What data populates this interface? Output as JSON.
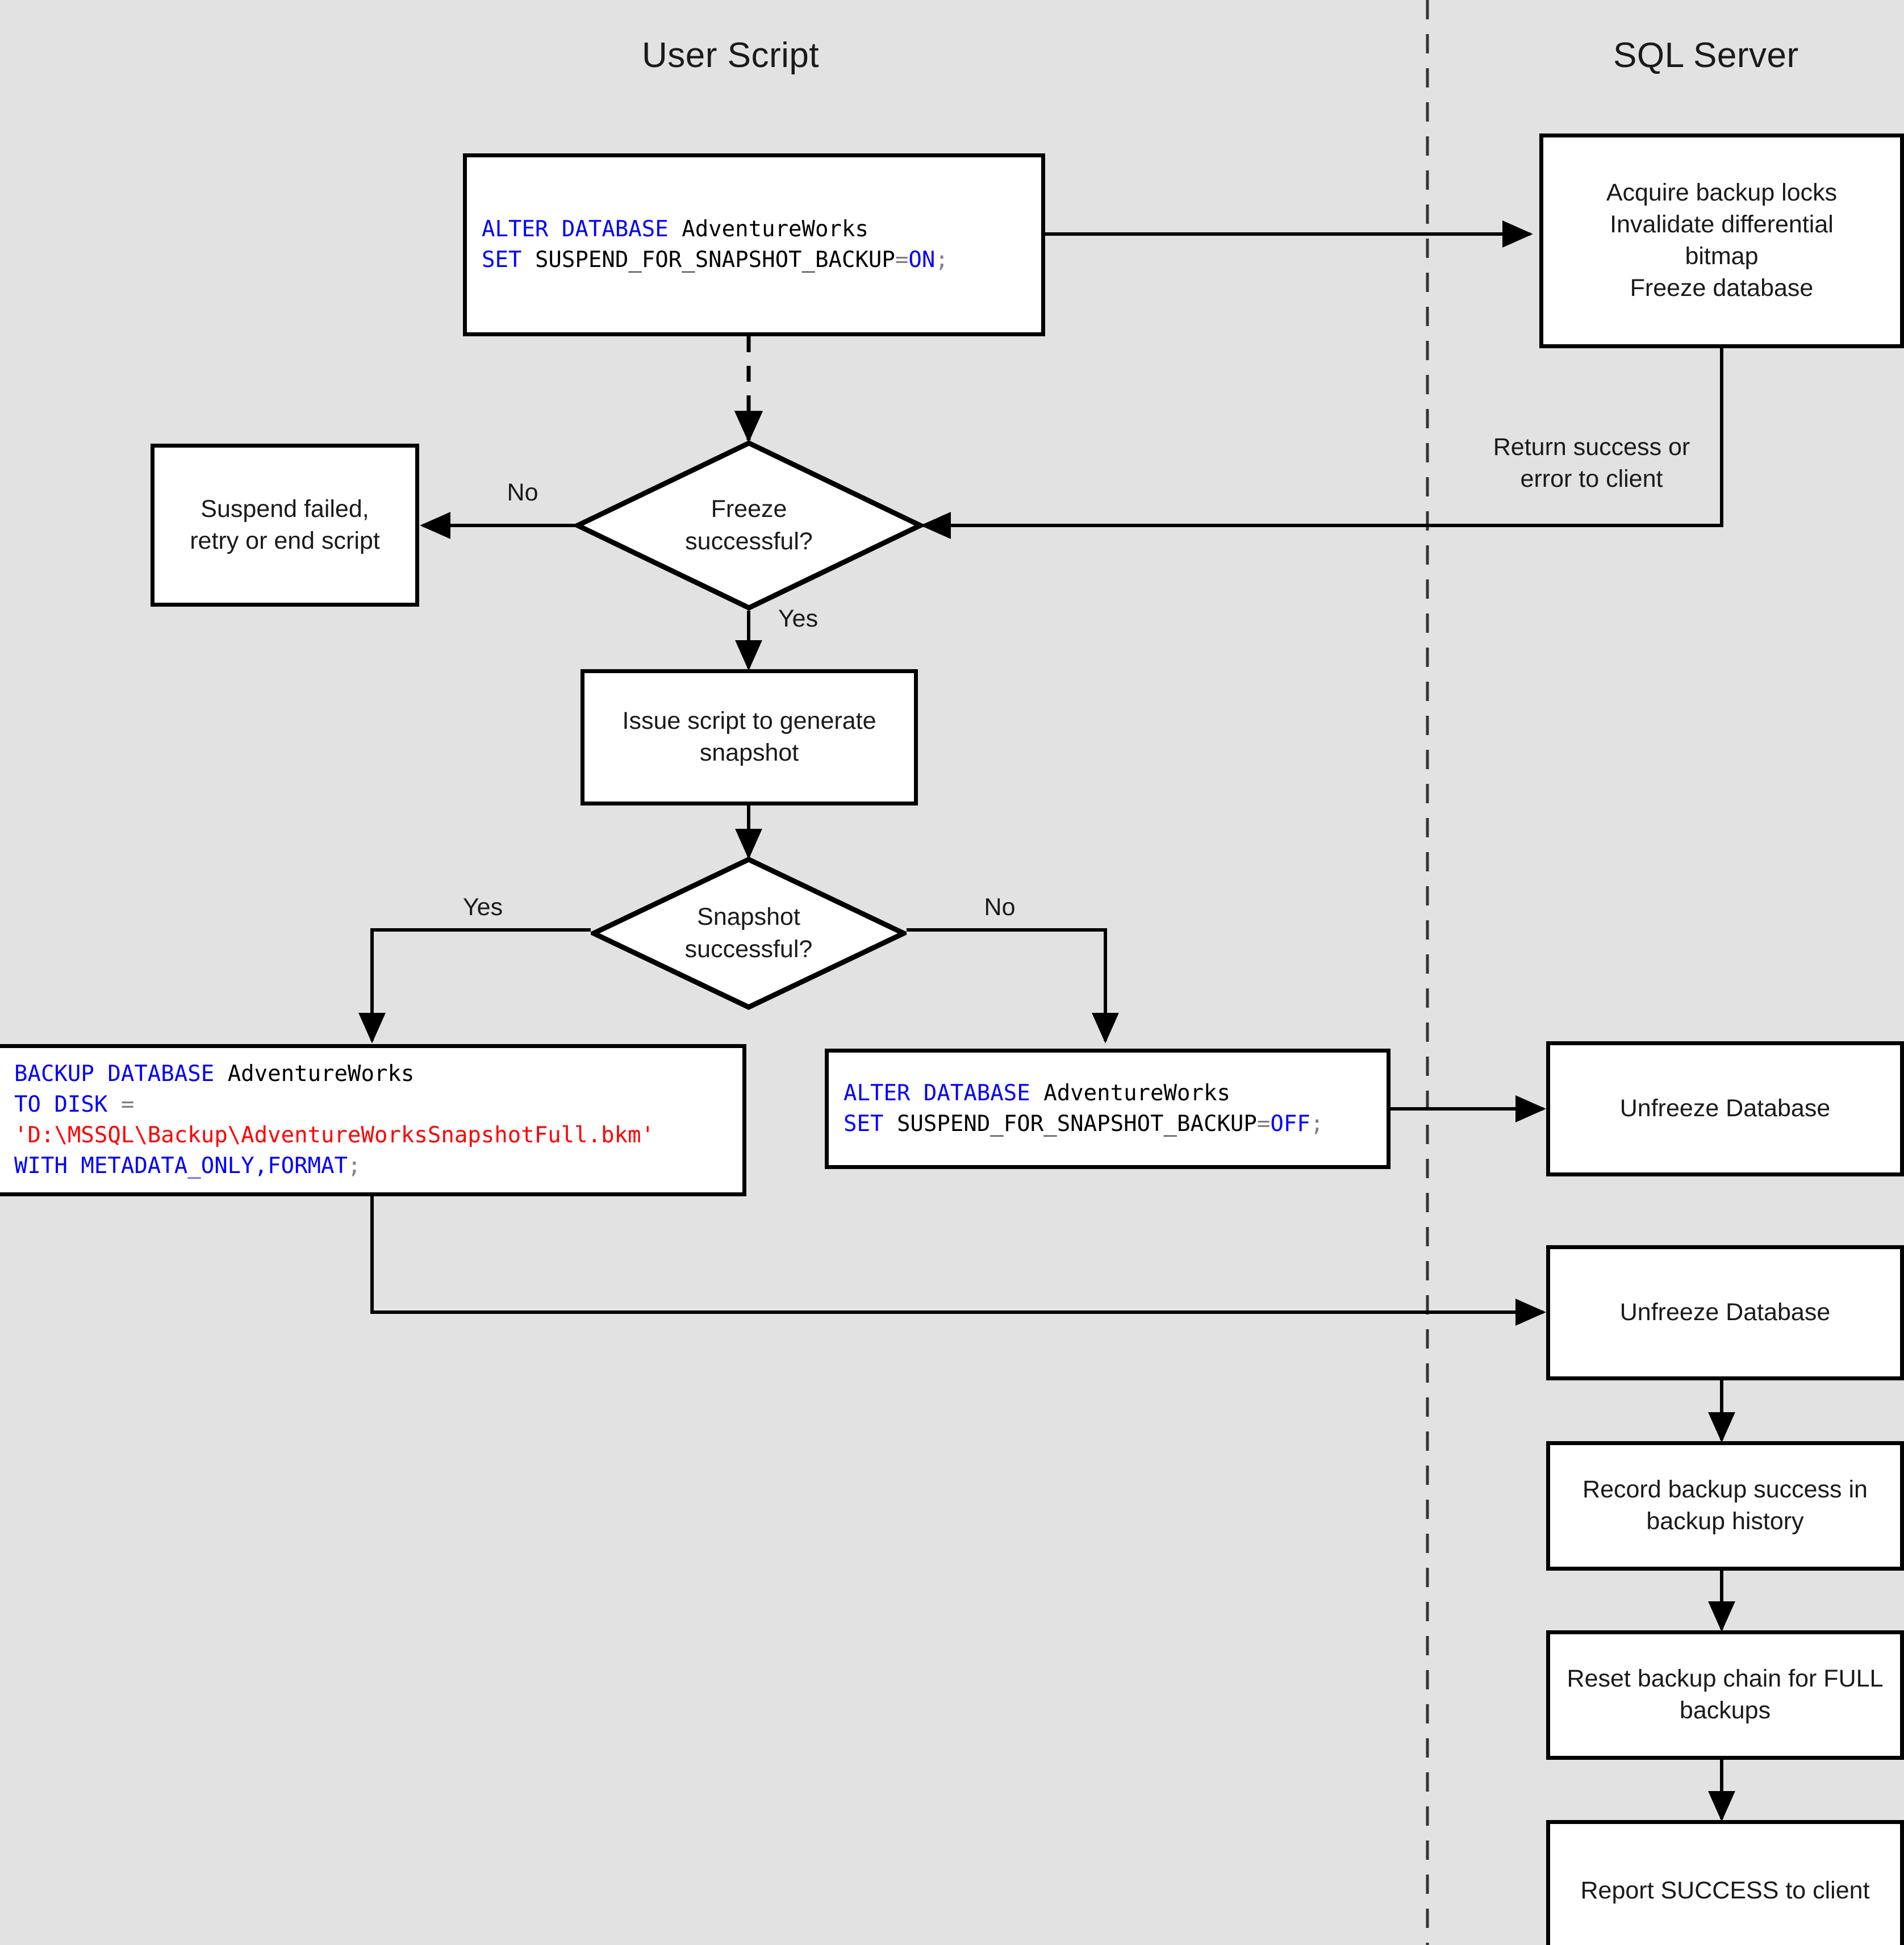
{
  "lanes": [
    {
      "id": "user-script",
      "title": "User Script"
    },
    {
      "id": "sql-server",
      "title": "SQL Server"
    }
  ],
  "nodes": {
    "alter_on": {
      "type": "code",
      "lines": [
        [
          {
            "t": "ALTER DATABASE",
            "c": "kw"
          },
          {
            "t": " ",
            "c": "id"
          },
          {
            "t": "AdventureWorks",
            "c": "id"
          }
        ],
        [
          {
            "t": "SET",
            "c": "kw"
          },
          {
            "t": " SUSPEND_FOR_SNAPSHOT_BACKUP",
            "c": "id"
          },
          {
            "t": "=",
            "c": "op"
          },
          {
            "t": "ON",
            "c": "kw"
          },
          {
            "t": ";",
            "c": "pn"
          }
        ]
      ],
      "plain": "ALTER DATABASE AdventureWorks\nSET SUSPEND_FOR_SNAPSHOT_BACKUP=ON;"
    },
    "acquire_locks": {
      "type": "box",
      "text": "Acquire backup locks\nInvalidate differential\nbitmap\nFreeze database"
    },
    "suspend_failed": {
      "type": "box",
      "text": "Suspend failed,\nretry or end script"
    },
    "freeze_decision": {
      "type": "diamond",
      "text": "Freeze\nsuccessful?"
    },
    "issue_script": {
      "type": "box",
      "text": "Issue script to generate\nsnapshot"
    },
    "snapshot_decision": {
      "type": "diamond",
      "text": "Snapshot\nsuccessful?"
    },
    "backup_db": {
      "type": "code",
      "lines": [
        [
          {
            "t": "BACKUP DATABASE",
            "c": "kw"
          },
          {
            "t": " ",
            "c": "id"
          },
          {
            "t": "AdventureWorks",
            "c": "id"
          }
        ],
        [
          {
            "t": "TO DISK",
            "c": "kw"
          },
          {
            "t": " ",
            "c": "id"
          },
          {
            "t": "=",
            "c": "op"
          }
        ],
        [
          {
            "t": "'D:\\MSSQL\\Backup\\AdventureWorksSnapshotFull.bkm'",
            "c": "str"
          }
        ],
        [
          {
            "t": "WITH METADATA_ONLY,FORMAT",
            "c": "kw"
          },
          {
            "t": ";",
            "c": "pn"
          }
        ]
      ],
      "plain": "BACKUP DATABASE AdventureWorks\nTO DISK =\n'D:\\MSSQL\\Backup\\AdventureWorksSnapshotFull.bkm'\nWITH METADATA_ONLY,FORMAT;"
    },
    "alter_off": {
      "type": "code",
      "lines": [
        [
          {
            "t": "ALTER DATABASE",
            "c": "kw"
          },
          {
            "t": " ",
            "c": "id"
          },
          {
            "t": "AdventureWorks",
            "c": "id"
          }
        ],
        [
          {
            "t": "SET",
            "c": "kw"
          },
          {
            "t": " SUSPEND_FOR_SNAPSHOT_BACKUP",
            "c": "id"
          },
          {
            "t": "=",
            "c": "op"
          },
          {
            "t": "OFF",
            "c": "kw"
          },
          {
            "t": ";",
            "c": "pn"
          }
        ]
      ],
      "plain": "ALTER DATABASE AdventureWorks\nSET SUSPEND_FOR_SNAPSHOT_BACKUP=OFF;"
    },
    "unfreeze_1": {
      "type": "box",
      "text": "Unfreeze Database"
    },
    "unfreeze_2": {
      "type": "box",
      "text": "Unfreeze Database"
    },
    "record_history": {
      "type": "box",
      "text": "Record backup success in\nbackup history"
    },
    "reset_chain": {
      "type": "box",
      "text": "Reset backup chain for FULL\nbackups"
    },
    "report_success": {
      "type": "box",
      "text": "Report SUCCESS to client"
    }
  },
  "edge_labels": {
    "freeze_no": "No",
    "freeze_yes": "Yes",
    "return_status": "Return success or\nerror to client",
    "snapshot_yes": "Yes",
    "snapshot_no": "No"
  },
  "colors": {
    "background": "#e2e2e2",
    "node_fill": "#ffffff",
    "node_stroke": "#000000",
    "text": "#1a1a1a",
    "sql_keyword": "#0000ff",
    "sql_string": "#ff0000",
    "sql_operator": "#808080",
    "lane_divider": "#333333"
  }
}
